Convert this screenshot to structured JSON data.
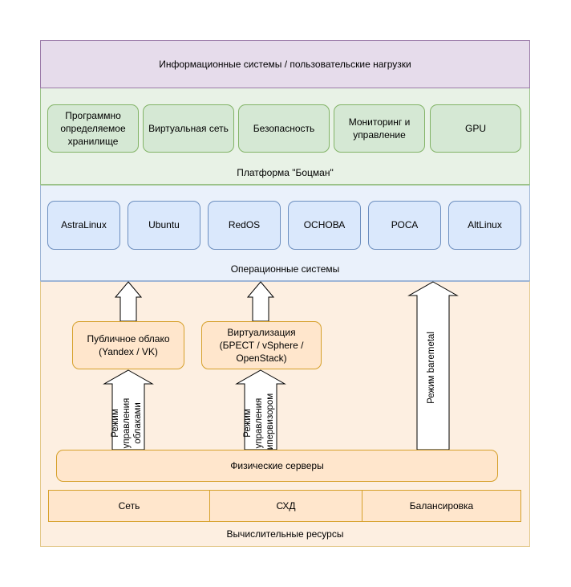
{
  "layers": {
    "workloads": {
      "label": "Информационные системы / пользовательские нагрузки"
    },
    "platform": {
      "caption": "Платформа \"Боцман\"",
      "items": [
        {
          "label": "Программно определяемое хранилище"
        },
        {
          "label": "Виртуальная сеть"
        },
        {
          "label": "Безопасность"
        },
        {
          "label": "Мониторинг и управление"
        },
        {
          "label": "GPU"
        }
      ]
    },
    "os": {
      "caption": "Операционные системы",
      "items": [
        {
          "label": "AstraLinux"
        },
        {
          "label": "Ubuntu"
        },
        {
          "label": "RedOS"
        },
        {
          "label": "ОСНОВА"
        },
        {
          "label": "РОСА"
        },
        {
          "label": "AltLinux"
        }
      ]
    },
    "compute": {
      "caption": "Вычислительные ресурсы",
      "public_cloud": "Публичное облако (Yandex / VK)",
      "virtualization": "Виртуализация (БРЕСТ / vSphere / OpenStack)",
      "physical_servers": "Физические серверы",
      "resources": [
        {
          "label": "Сеть"
        },
        {
          "label": "СХД"
        },
        {
          "label": "Балансировка"
        }
      ],
      "modes": {
        "cloud": "Режим управления облаками",
        "hypervisor": "Режим управления гипервизором",
        "baremetal": "Режим baremetal"
      }
    }
  },
  "colors": {
    "workloads_fill": "#e6dceb",
    "platform_fill": "#d5e8d4",
    "os_fill": "#dae8fc",
    "compute_fill": "#ffe6cc"
  }
}
